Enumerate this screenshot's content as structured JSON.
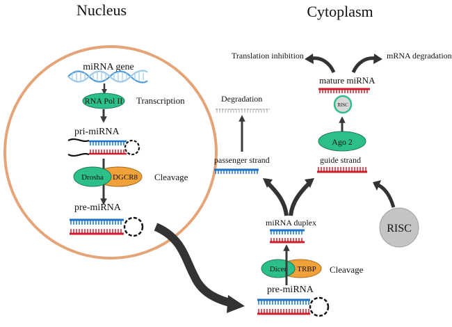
{
  "titles": {
    "nucleus": "Nucleus",
    "cytoplasm": "Cytoplasm"
  },
  "nucleus": {
    "gene_label": "miRNA gene",
    "pol_label": "RNA Pol II",
    "transcription_label": "Transcription",
    "pri_label": "pri-miRNA",
    "drosha_label": "Drosha",
    "dgcr8_label": "DGCR8",
    "cleavage_label": "Cleavage",
    "pre_label": "pre-miRNA"
  },
  "cytoplasm": {
    "pre_label": "pre-miRNA",
    "dicer_label": "Dicer",
    "trbp_label": "TRBP",
    "cleavage_label": "Cleavage",
    "duplex_label": "miRNA duplex",
    "passenger_label": "passenger strand",
    "degradation_label": "Degradation",
    "guide_label": "guide strand",
    "ago_label": "Ago 2",
    "risc_small_label": "RISC",
    "mature_label": "mature miRNA",
    "translation_label": "Translation inhibition",
    "mrna_label": "mRNA degradation",
    "risc_label": "RISC"
  },
  "colors": {
    "nucleus_membrane": "#e5a477",
    "enzyme_green": "#2dbf8a",
    "enzyme_orange": "#f0a13a",
    "strand_blue": "#1e73c8",
    "strand_red": "#cc1f2b",
    "dna_blue": "#7cb7e6",
    "risc_gray": "#c4c4c4",
    "arrow_dark": "#3a3a3a"
  }
}
